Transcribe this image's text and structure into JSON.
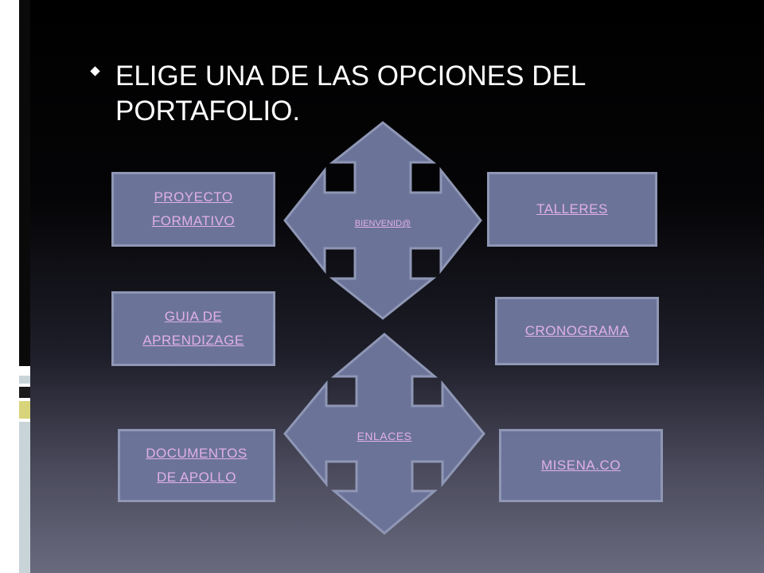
{
  "slide": {
    "title": "ELIGE UNA DE LAS OPCIONES DEL PORTAFOLIO.",
    "bullet_icon": "diamond-bullet-icon",
    "center_arrows": [
      {
        "label": "BIENVENID@",
        "icon": "four-way-arrow-icon"
      },
      {
        "label": "ENLACES",
        "icon": "four-way-arrow-icon"
      }
    ],
    "links": {
      "proyecto": "PROYECTO FORMATIVO",
      "talleres": "TALLERES",
      "guia": "GUIA DE APRENDIZAGE",
      "cronograma": "CRONOGRAMA",
      "documentos": "DOCUMENTOS DE APOLLO",
      "misena": "MISENA.CO"
    }
  },
  "colors": {
    "box_fill": "#6b7399",
    "box_border": "#8f97b5",
    "link_text": "#e0b0e8",
    "title_text": "#ffffff"
  }
}
